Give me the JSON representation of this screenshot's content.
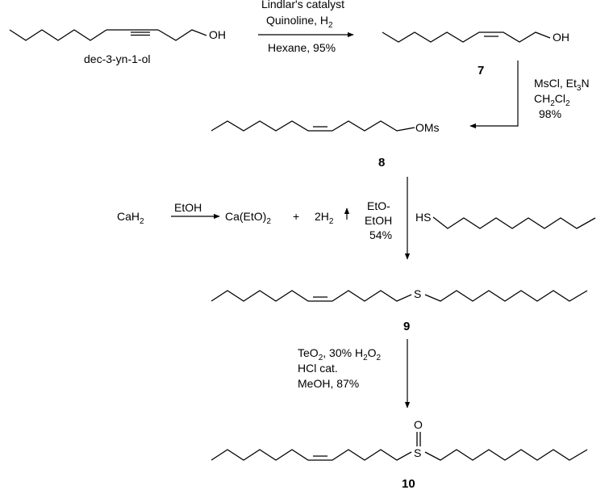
{
  "start_material": {
    "oh": "OH",
    "name": "dec-3-yn-1-ol"
  },
  "step1": {
    "reagent1": "Lindlar's catalyst",
    "reagent2": "Quinoline, H",
    "reagent2_sub": "2",
    "conditions": "Hexane, 95%"
  },
  "compound7": {
    "oh": "OH",
    "number": "7"
  },
  "step2": {
    "line1": "MsCl, Et",
    "line1_sub": "3",
    "line1_end": "N",
    "line2_a": "CH",
    "line2_sub1": "2",
    "line2_b": "Cl",
    "line2_sub2": "2",
    "yield": "98%"
  },
  "compound8": {
    "group": "OMs",
    "number": "8"
  },
  "side_reaction": {
    "reactant": "CaH",
    "reactant_sub": "2",
    "reagent": "EtOH",
    "product1": "Ca(EtO)",
    "product1_sub": "2",
    "plus": "+",
    "product2": "2H",
    "product2_sub": "2"
  },
  "step3": {
    "line1": "EtO-",
    "line2": "EtOH",
    "yield": "54%",
    "thiol": "HS"
  },
  "compound9": {
    "atom": "S",
    "number": "9"
  },
  "step4": {
    "line1_a": "TeO",
    "line1_sub1": "2",
    "line1_b": ", 30% H",
    "line1_sub2": "2",
    "line1_c": "O",
    "line1_sub3": "2",
    "line2": "HCl cat.",
    "line3": "MeOH, 87%"
  },
  "compound10": {
    "atom": "S",
    "oxygen": "O",
    "number": "10"
  }
}
